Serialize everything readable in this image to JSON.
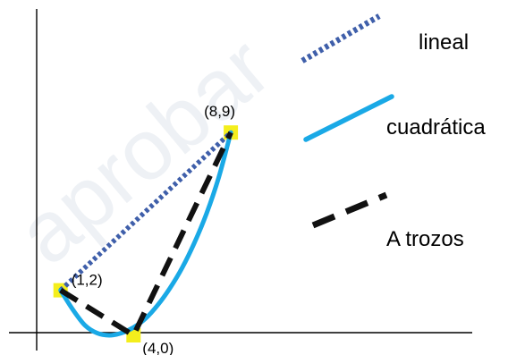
{
  "chart_data": {
    "type": "line",
    "title": "",
    "xlabel": "",
    "ylabel": "",
    "xlim": [
      0,
      10
    ],
    "ylim": [
      0,
      10
    ],
    "points": [
      {
        "x": 1,
        "y": 2,
        "label": "(1,2)"
      },
      {
        "x": 4,
        "y": 0,
        "label": "(4,0)"
      },
      {
        "x": 8,
        "y": 9,
        "label": "(8,9)"
      }
    ],
    "series": [
      {
        "name": "lineal",
        "style": "dotted",
        "color": "#3f5faa",
        "x": [
          1,
          8
        ],
        "y": [
          2,
          9
        ]
      },
      {
        "name": "cuadrática",
        "style": "solid",
        "color": "#1aa9e6",
        "x": [
          1,
          1.5,
          2,
          2.5,
          3,
          3.5,
          4,
          4.5,
          5,
          5.5,
          6,
          6.5,
          7,
          7.5,
          8
        ],
        "y": [
          2,
          1.15,
          0.45,
          0.1,
          0.0,
          0.1,
          0.35,
          0.75,
          1.35,
          2.1,
          3.0,
          4.1,
          5.4,
          7.0,
          9.0
        ]
      },
      {
        "name": "A trozos",
        "style": "dashed",
        "color": "#111111",
        "x": [
          1,
          4,
          8
        ],
        "y": [
          2,
          0,
          9
        ]
      }
    ],
    "marker_color": "#f4ee1c",
    "grid": false,
    "legend_position": "right"
  },
  "watermark_text": "aprobar"
}
